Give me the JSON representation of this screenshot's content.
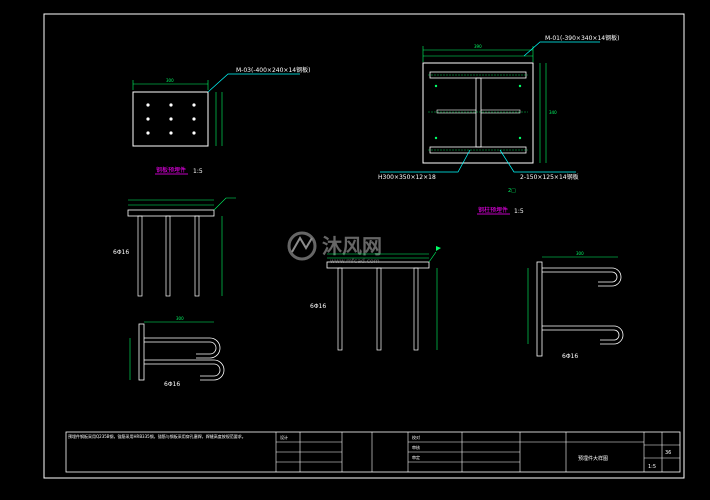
{
  "colors": {
    "background": "#000000",
    "frame": "#ffffff",
    "steel": "#ffffff",
    "dimension": "#00ff66",
    "leader": "#00ffff",
    "title_mark": "#ff00ff",
    "text": "#ffffff"
  },
  "plate_m03": {
    "callout": "M-03(-400×240×14钢板)",
    "title": "钢板预埋件",
    "scale": "1:5",
    "dim_top": "300"
  },
  "plate_m01": {
    "callout": "M-01(-390×340×14钢板)",
    "title": "钢柱预埋件",
    "scale": "1:5",
    "dim_top": "390",
    "dim_side": "340",
    "h_section": "H300×350×12×18",
    "stiffener": "2-150×125×14钢板"
  },
  "anchors": {
    "rebar_left": "6Φ16",
    "rebar_center": "6Φ16",
    "rebar_hook_left": "6Φ16",
    "rebar_hook_right": "6Φ16",
    "dim_len": "300"
  },
  "watermark": {
    "text": "沐风网",
    "url": "www.mfcad.com"
  },
  "title_block": {
    "notes": "预埋件钢板采用Q235B钢，锚筋采用HRB335钢，锚筋与钢板采用穿孔塞焊，焊缝高度按规范要求。",
    "drawing_name": "预埋件大样图",
    "sheet_no": "36",
    "scale_label": "1:5",
    "col_labels": [
      "设计",
      "校对",
      "审核",
      "审定"
    ]
  }
}
